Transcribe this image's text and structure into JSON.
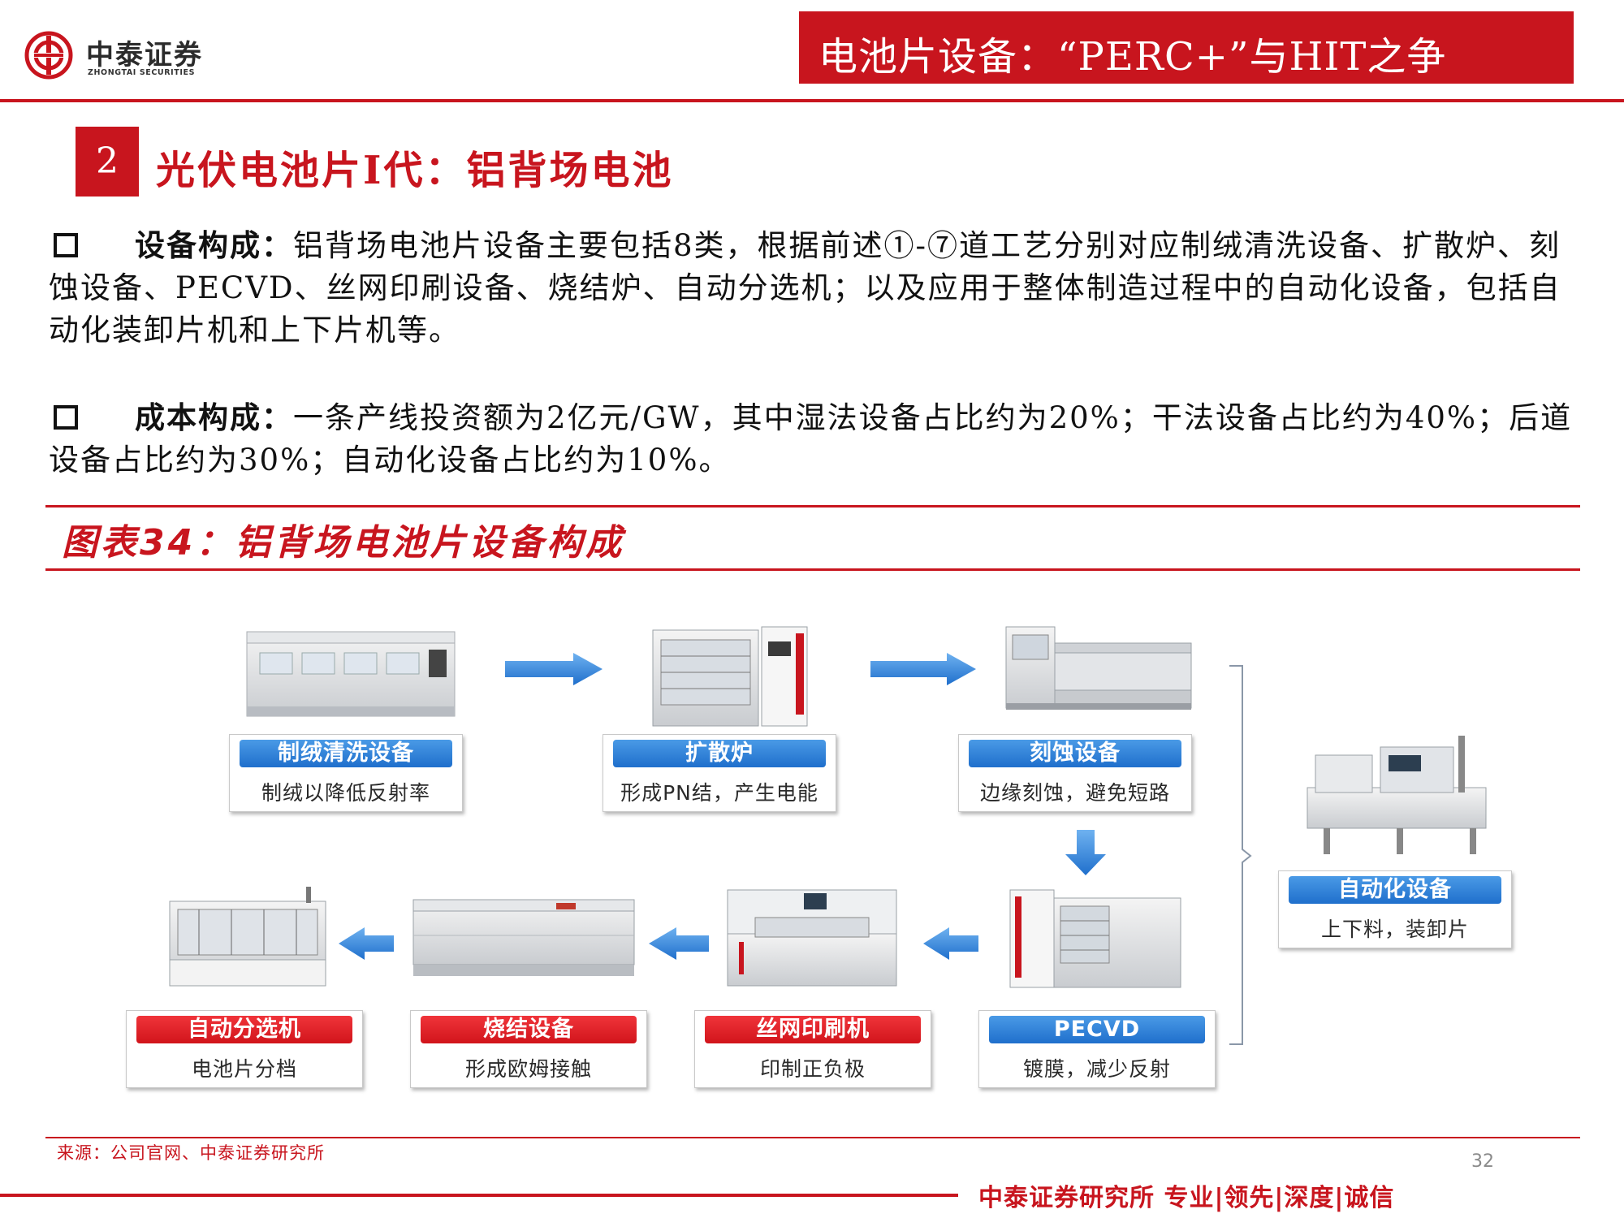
{
  "header": {
    "logo_cn": "中泰证券",
    "logo_en": "ZHONGTAI SECURITIES",
    "title": "电池片设备：“PERC+”与HIT之争"
  },
  "section": {
    "number": "2",
    "title": "光伏电池片I代：铝背场电池"
  },
  "paragraphs": [
    {
      "lead": "设备构成：",
      "text": "铝背场电池片设备主要包括8类，根据前述①-⑦道工艺分别对应制绒清洗设备、扩散炉、刻蚀设备、PECVD、丝网印刷设备、烧结炉、自动分选机；以及应用于整体制造过程中的自动化设备，包括自动化装卸片机和上下片机等。"
    },
    {
      "lead": "成本构成：",
      "text": "一条产线投资额为2亿元/GW，其中湿法设备占比约为20%；干法设备占比约为40%；后道设备占比约为30%；自动化设备占比约为10%。"
    }
  ],
  "figure": {
    "title": "图表34：铝背场电池片设备构成",
    "steps": [
      {
        "label": "制绒清洗设备",
        "desc": "制绒以降低反射率",
        "color": "blue"
      },
      {
        "label": "扩散炉",
        "desc": "形成PN结，产生电能",
        "color": "blue"
      },
      {
        "label": "刻蚀设备",
        "desc": "边缘刻蚀，避免短路",
        "color": "blue"
      },
      {
        "label": "PECVD",
        "desc": "镀膜，减少反射",
        "color": "blue"
      },
      {
        "label": "丝网印刷机",
        "desc": "印制正负极",
        "color": "red"
      },
      {
        "label": "烧结设备",
        "desc": "形成欧姆接触",
        "color": "red"
      },
      {
        "label": "自动分选机",
        "desc": "电池片分档",
        "color": "red"
      },
      {
        "label": "自动化设备",
        "desc": "上下料，装卸片",
        "color": "blue"
      }
    ]
  },
  "footer": {
    "source": "来源：公司官网、中泰证券研究所",
    "page": "32",
    "slogan": "中泰证券研究所 专业|领先|深度|诚信"
  },
  "colors": {
    "brand_red": "#c8151e",
    "tag_blue": "#1f6fcc",
    "arrow_blue": "#2f86dd"
  }
}
